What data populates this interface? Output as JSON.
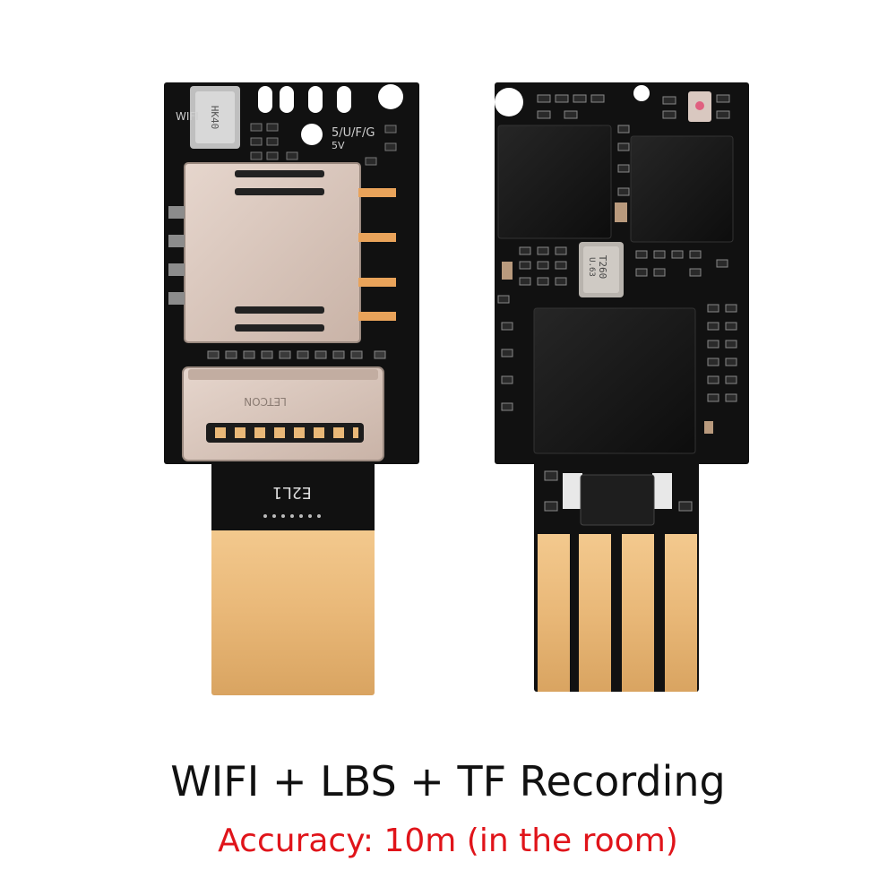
{
  "caption": {
    "title": "WIFI + LBS + TF Recording",
    "subtitle": "Accuracy: 10m (in the room)"
  },
  "left_board": {
    "labels": {
      "side_text": "WIFI",
      "mic_text": "HK40",
      "pin_text": "5/U/F/G",
      "volt_text": "5V",
      "brand_text": "LETCON",
      "code_text": "E2L1"
    }
  },
  "right_board": {
    "labels": {
      "crystal_text": "T260",
      "crystal_sub": "U.63"
    }
  },
  "colors": {
    "pcb": "#111111",
    "gold": "#e9b878",
    "tray": "#d7c4ba",
    "chip": "#1a1a1a",
    "title_text": "#111111",
    "subtitle_text": "#e0141a"
  }
}
